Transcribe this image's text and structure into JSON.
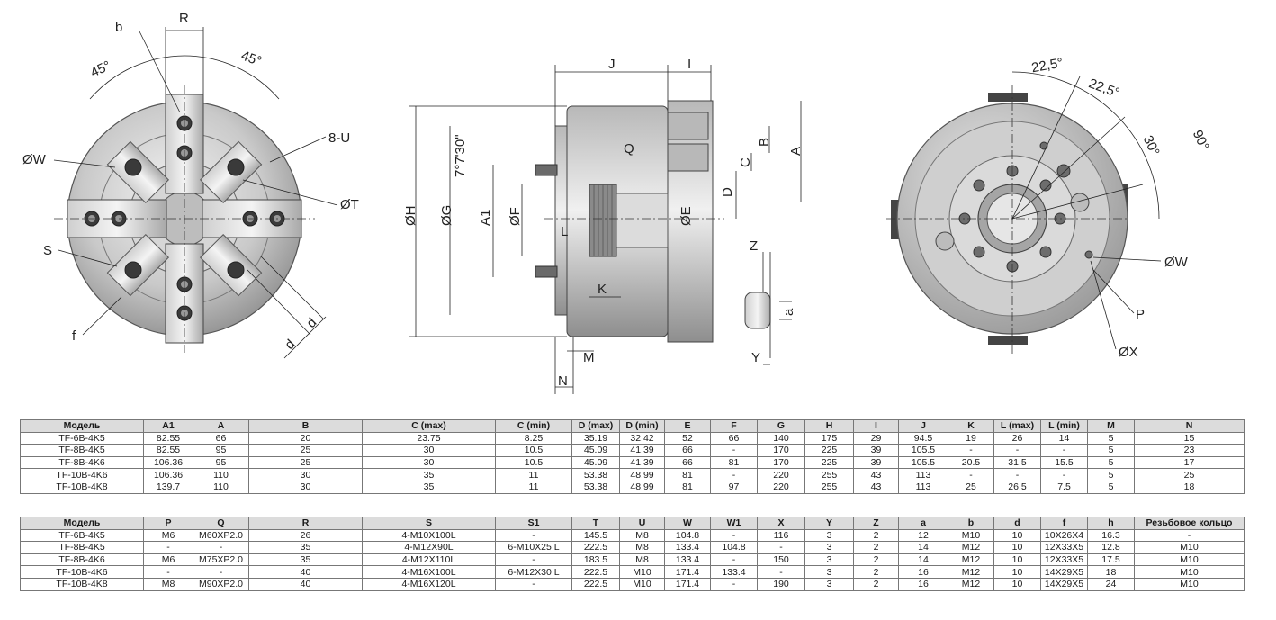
{
  "drawing_labels": {
    "front": {
      "b": "b",
      "R": "R",
      "angle_left": "45°",
      "angle_right": "45°",
      "U": "8-U",
      "W": "ØW",
      "T": "ØT",
      "S": "S",
      "f": "f",
      "d1": "d",
      "d2": "d"
    },
    "side": {
      "J": "J",
      "I": "I",
      "B": "B",
      "C": "C",
      "A": "A",
      "D": "D",
      "Q": "Q",
      "H": "ØH",
      "G": "ØG",
      "A1": "A1",
      "F": "ØF",
      "E": "ØE",
      "L": "L",
      "K": "K",
      "M": "M",
      "N": "N",
      "angle": "7°7'30\"",
      "Z": "Z",
      "a": "a",
      "Y": "Y"
    },
    "rear": {
      "a1": "22,5°",
      "a2": "22,5°",
      "a3": "30°",
      "a4": "90°",
      "W": "ØW",
      "P": "P",
      "X": "ØX"
    }
  },
  "table1": {
    "headers": [
      "Модель",
      "A1",
      "A",
      "B",
      "C (max)",
      "C (min)",
      "D (max)",
      "D (min)",
      "E",
      "F",
      "G",
      "H",
      "I",
      "J",
      "K",
      "L (max)",
      "L (min)",
      "M",
      "N"
    ],
    "rows": [
      [
        "TF-6B-4K5",
        "82.55",
        "66",
        "20",
        "23.75",
        "8.25",
        "35.19",
        "32.42",
        "52",
        "66",
        "140",
        "175",
        "29",
        "94.5",
        "19",
        "26",
        "14",
        "5",
        "15"
      ],
      [
        "TF-8B-4K5",
        "82.55",
        "95",
        "25",
        "30",
        "10.5",
        "45.09",
        "41.39",
        "66",
        "-",
        "170",
        "225",
        "39",
        "105.5",
        "-",
        "-",
        "-",
        "5",
        "23"
      ],
      [
        "TF-8B-4K6",
        "106.36",
        "95",
        "25",
        "30",
        "10.5",
        "45.09",
        "41.39",
        "66",
        "81",
        "170",
        "225",
        "39",
        "105.5",
        "20.5",
        "31.5",
        "15.5",
        "5",
        "17"
      ],
      [
        "TF-10B-4K6",
        "106.36",
        "110",
        "30",
        "35",
        "11",
        "53.38",
        "48.99",
        "81",
        "-",
        "220",
        "255",
        "43",
        "113",
        "-",
        "-",
        "-",
        "5",
        "25"
      ],
      [
        "TF-10B-4K8",
        "139.7",
        "110",
        "30",
        "35",
        "11",
        "53.38",
        "48.99",
        "81",
        "97",
        "220",
        "255",
        "43",
        "113",
        "25",
        "26.5",
        "7.5",
        "5",
        "18"
      ]
    ]
  },
  "table2": {
    "headers": [
      "Модель",
      "P",
      "Q",
      "R",
      "S",
      "S1",
      "T",
      "U",
      "W",
      "W1",
      "X",
      "Y",
      "Z",
      "a",
      "b",
      "d",
      "f",
      "h",
      "Резьбовое кольцо"
    ],
    "rows": [
      [
        "TF-6B-4K5",
        "M6",
        "M60XP2.0",
        "26",
        "4-M10X100L",
        "-",
        "145.5",
        "M8",
        "104.8",
        "-",
        "116",
        "3",
        "2",
        "12",
        "M10",
        "10",
        "10X26X4",
        "16.3",
        "-"
      ],
      [
        "TF-8B-4K5",
        "-",
        "-",
        "35",
        "4-M12X90L",
        "6-M10X25 L",
        "222.5",
        "M8",
        "133.4",
        "104.8",
        "-",
        "3",
        "2",
        "14",
        "M12",
        "10",
        "12X33X5",
        "12.8",
        "M10"
      ],
      [
        "TF-8B-4K6",
        "M6",
        "M75XP2.0",
        "35",
        "4-M12X110L",
        "-",
        "183.5",
        "M8",
        "133.4",
        "-",
        "150",
        "3",
        "2",
        "14",
        "M12",
        "10",
        "12X33X5",
        "17.5",
        "M10"
      ],
      [
        "TF-10B-4K6",
        "-",
        "-",
        "40",
        "4-M16X100L",
        "6-M12X30 L",
        "222.5",
        "M10",
        "171.4",
        "133.4",
        "-",
        "3",
        "2",
        "16",
        "M12",
        "10",
        "14X29X5",
        "18",
        "M10"
      ],
      [
        "TF-10B-4K8",
        "M8",
        "M90XP2.0",
        "40",
        "4-M16X120L",
        "-",
        "222.5",
        "M10",
        "171.4",
        "-",
        "190",
        "3",
        "2",
        "16",
        "M12",
        "10",
        "14X29X5",
        "24",
        "M10"
      ]
    ]
  }
}
